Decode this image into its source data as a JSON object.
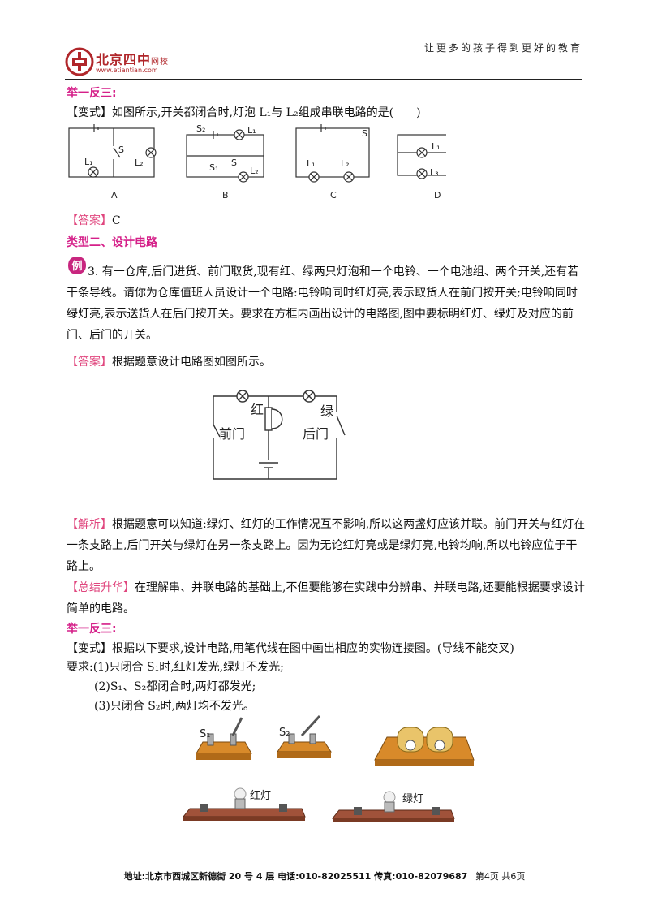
{
  "header": {
    "brand": "北京四中",
    "brand_sub": "网校",
    "url": "www.etiantian.com",
    "slogan": "让更多的孩子得到更好的教育"
  },
  "section1": {
    "heading": "举一反三:",
    "variant_tag": "【变式】",
    "question": "如图所示,开关都闭合时,灯泡 L₁与 L₂组成串联电路的是(　　)",
    "diagram_labels": [
      "A",
      "B",
      "C",
      "D"
    ],
    "answer_tag": "【答案】",
    "answer": "C"
  },
  "type2": {
    "heading": "类型二、设计电路"
  },
  "example": {
    "badge": "例",
    "text": "3. 有一仓库,后门进货、前门取货,现有红、绿两只灯泡和一个电铃、一个电池组、两个开关,还有若干条导线。请你为仓库值班人员设计一个电路:电铃响同时红灯亮,表示取货人在前门按开关;电铃响同时绿灯亮,表示送货人在后门按开关。要求在方框内画出设计的电路图,图中要标明红灯、绿灯及对应的前门、后门的开关。",
    "answer_tag": "【答案】",
    "answer": "根据题意设计电路图如图所示。",
    "circuit_labels": {
      "red": "红",
      "green": "绿",
      "front": "前门",
      "back": "后门"
    },
    "analysis_tag": "【解析】",
    "analysis": "根据题意可以知道:绿灯、红灯的工作情况互不影响,所以这两盏灯应该并联。前门开关与红灯在一条支路上,后门开关与绿灯在另一条支路上。因为无论红灯亮或是绿灯亮,电铃均响,所以电铃应位于干路上。",
    "summary_tag": "【总结升华】",
    "summary": "在理解串、并联电路的基础上,不但要能够在实践中分辨串、并联电路,还要能根据要求设计简单的电路。"
  },
  "section2": {
    "heading": "举一反三:",
    "variant_tag": "【变式】",
    "question": "根据以下要求,设计电路,用笔代线在图中画出相应的实物连接图。(导线不能交叉)",
    "req1": "要求:(1)只闭合 S₁时,红灯发光,绿灯不发光;",
    "req2": "(2)S₁、S₂都闭合时,两灯都发光;",
    "req3": "(3)只闭合 S₂时,两灯均不发光。",
    "labels": {
      "s1": "S₁",
      "s2": "S₂",
      "red_lamp": "红灯",
      "green_lamp": "绿灯"
    }
  },
  "footer": {
    "address": "地址:北京市西城区新德街 20 号 4 层 电话:010-82025511 传真:010-82079687",
    "page": "第4页 共6页"
  },
  "colors": {
    "accent_pink": "#d52089",
    "tag_pink": "#e0467e",
    "brand_red": "#b0262a"
  }
}
